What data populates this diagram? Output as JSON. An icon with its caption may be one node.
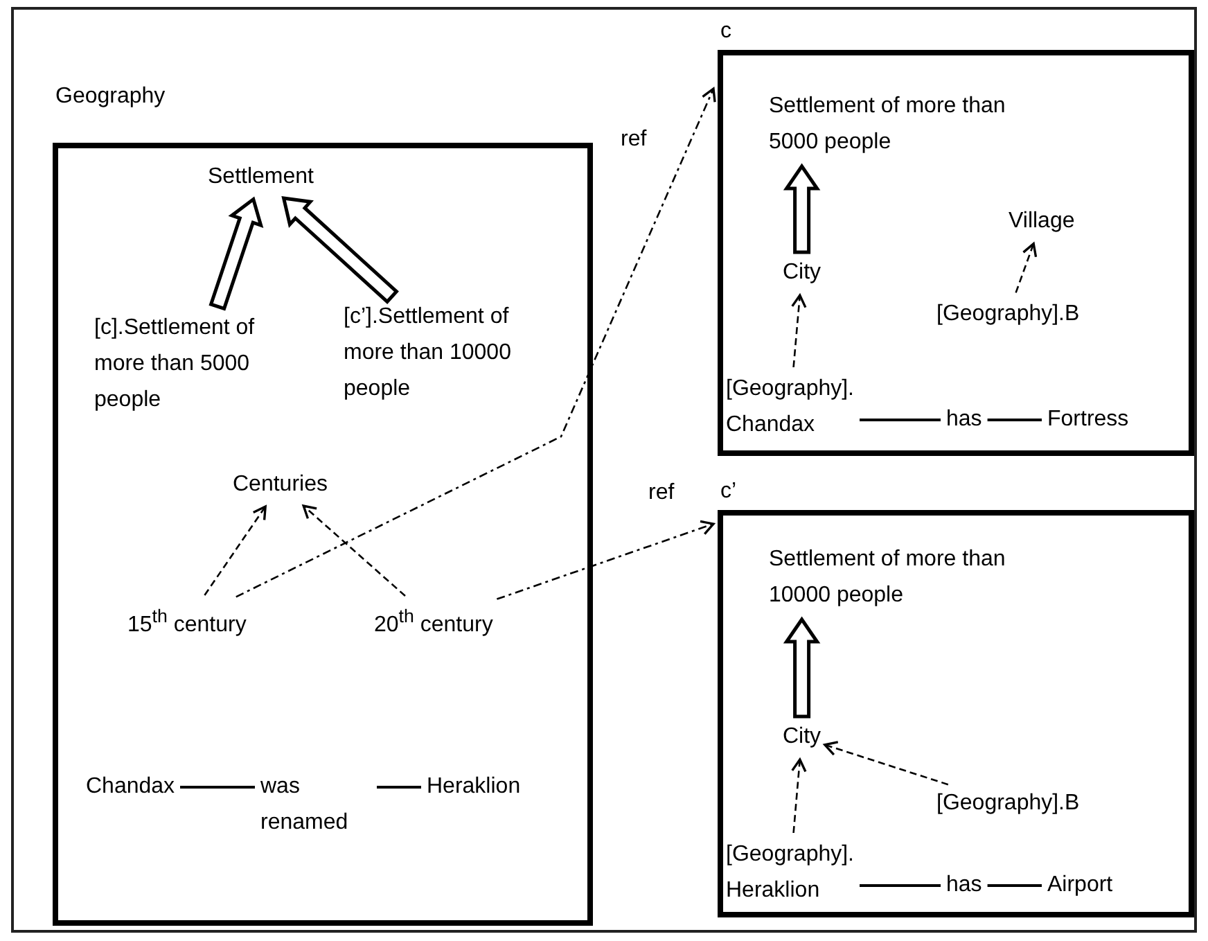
{
  "diagram": {
    "nodes": [
      {
        "text": [
          "Geography"
        ]
      },
      {
        "text": [
          "Settlement"
        ],
        "in": 0
      },
      {
        "text": [
          "[c].Settlement of more than 5000 people"
        ],
        "in": 0
      },
      {
        "text": [
          "[c’].Settlement of more than 10000 people"
        ],
        "in": 0
      },
      {
        "text": [
          "Centuries"
        ],
        "in": 0
      },
      {
        "text": [
          "15$^{th}$ century"
        ],
        "in": 0
      },
      {
        "text": [
          "20$^{th}$ century"
        ],
        "in": 0
      },
      {
        "text": [
          "Chandax"
        ],
        "in": 0
      },
      {
        "text": [
          "was renamed"
        ],
        "in": 0
      },
      {
        "text": [
          "Heraklion"
        ],
        "in": 0
      },
      {
        "text": [
          "c"
        ]
      },
      {
        "text": [
          "Settlement of more than 5000 people"
        ],
        "in": 10
      },
      {
        "text": [
          "City"
        ],
        "in": 10
      },
      {
        "text": [
          "Village"
        ],
        "in": 10
      },
      {
        "text": [
          "[Geography].B"
        ],
        "in": 10
      },
      {
        "text": [
          "[Geography]. Chandax"
        ],
        "in": 10
      },
      {
        "text": [
          "has"
        ],
        "in": 10
      },
      {
        "text": [
          "Fortress"
        ],
        "in": 10
      },
      {
        "text": [
          "c’"
        ]
      },
      {
        "text": [
          "Settlement of more than 10000 people"
        ],
        "in": 18
      },
      {
        "text": [
          "City"
        ],
        "in": 18
      },
      {
        "text": [
          "[Geography].B"
        ],
        "in": 18
      },
      {
        "text": [
          "[Geography]. Heraklion"
        ],
        "in": 18
      },
      {
        "text": [
          "has"
        ],
        "in": 18
      },
      {
        "text": [
          "Airport"
        ],
        "in": 18
      }
    ],
    "edges": [
      {
        "from": 2,
        "to": 1,
        "arrow": "to",
        "style": "thick"
      },
      {
        "from": 3,
        "to": 1,
        "arrow": "to",
        "style": "thick"
      },
      {
        "from": 5,
        "to": 4,
        "arrow": "to",
        "style": "dashed"
      },
      {
        "from": 6,
        "to": 4,
        "arrow": "to",
        "style": "dashed"
      },
      {
        "from": 5,
        "to": 10,
        "arrow": "to",
        "style": "dashed",
        "label": "ref"
      },
      {
        "from": 6,
        "to": 18,
        "arrow": "to",
        "style": "dashed",
        "label": "ref"
      },
      {
        "from": 7,
        "to": 8,
        "arrow": "none"
      },
      {
        "from": 8,
        "to": 9,
        "arrow": "none"
      },
      {
        "from": 12,
        "to": 11,
        "arrow": "to",
        "style": "thick"
      },
      {
        "from": 15,
        "to": 12,
        "arrow": "to",
        "style": "dashed"
      },
      {
        "from": 14,
        "to": 13,
        "arrow": "to",
        "style": "dashed"
      },
      {
        "from": 15,
        "to": 16,
        "arrow": "none"
      },
      {
        "from": 16,
        "to": 17,
        "arrow": "none"
      },
      {
        "from": 20,
        "to": 19,
        "arrow": "to",
        "style": "thick"
      },
      {
        "from": 22,
        "to": 20,
        "arrow": "to",
        "style": "dashed"
      },
      {
        "from": 21,
        "to": 20,
        "arrow": "to",
        "style": "dashed"
      },
      {
        "from": 22,
        "to": 23,
        "arrow": "none"
      },
      {
        "from": 23,
        "to": 24,
        "arrow": "none"
      }
    ]
  }
}
